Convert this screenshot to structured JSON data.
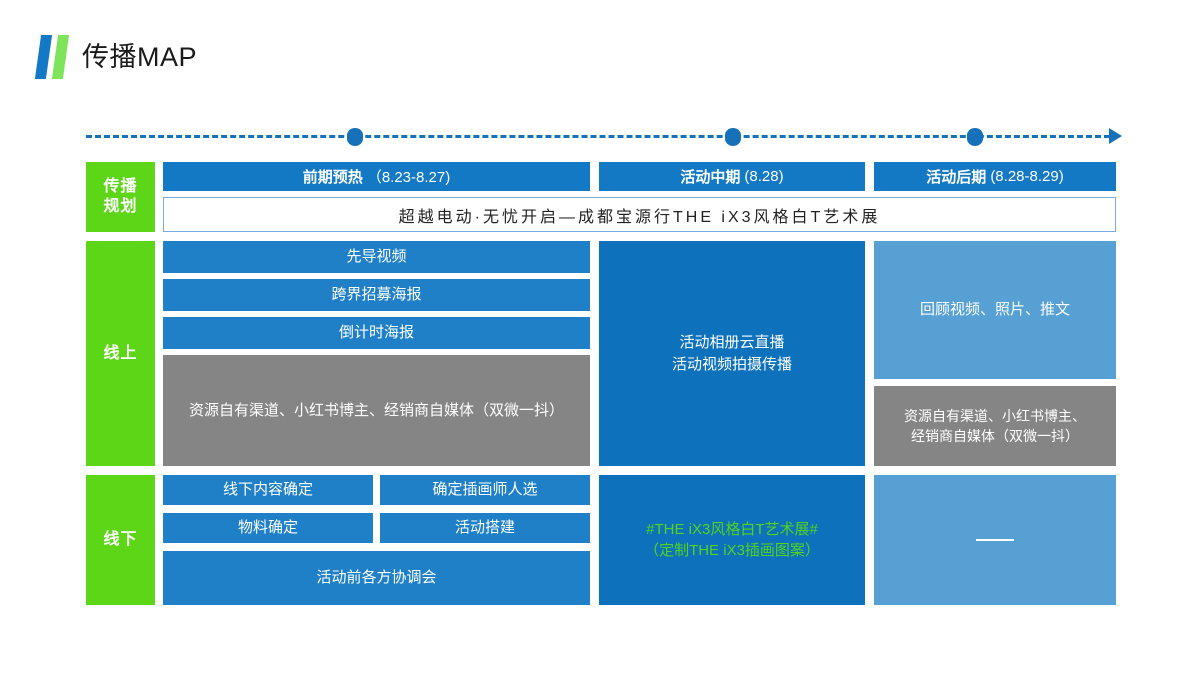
{
  "title": {
    "text": "传播MAP",
    "logo_colors": {
      "blue": "#1379c4",
      "green": "#7ee45c"
    }
  },
  "timeline": {
    "marker_count": 3,
    "marker_positions_pct": [
      25.2,
      61.8,
      85.2
    ],
    "line_color": "#1771b8",
    "arrow_icon": "arrow-right-icon"
  },
  "colors": {
    "accent_blue": "#1379c4",
    "tile_blue": "#1f80c7",
    "tile_deep_blue": "#0d71bb",
    "tile_light_blue": "#56a0d3",
    "tile_gray": "#858585",
    "label_green": "#5cd617",
    "text_green": "#52d41e"
  },
  "phases": [
    {
      "name": "前期预热",
      "date": "（8.23-8.27)"
    },
    {
      "name": "活动中期",
      "date": "(8.28)"
    },
    {
      "name": "活动后期",
      "date": "(8.28-8.29)"
    }
  ],
  "rows": {
    "plan": {
      "label_line1": "传播",
      "label_line2": "规划",
      "slogan": "超越电动·无忧开启—成都宝源行THE iX3风格白T艺术展"
    },
    "online": {
      "label": "线上",
      "early": [
        "先导视频",
        "跨界招募海报",
        "倒计时海报",
        "资源自有渠道、小红书博主、经销商自媒体（双微一抖）"
      ],
      "mid_line1": "活动相册云直播",
      "mid_line2": "活动视频拍摄传播",
      "late_top": "回顾视频、照片、推文",
      "late_bottom_line1": "资源自有渠道、小红书博主、",
      "late_bottom_line2": "经销商自媒体（双微一抖）"
    },
    "offline": {
      "label": "线下",
      "early_row1": [
        "线下内容确定",
        "确定插画师人选"
      ],
      "early_row2": [
        "物料确定",
        "活动搭建"
      ],
      "early_row3": "活动前各方协调会",
      "mid_line1": "#THE iX3风格白T艺术展#",
      "mid_line2": "（定制THE iX3插画图案）",
      "late": "—"
    }
  }
}
